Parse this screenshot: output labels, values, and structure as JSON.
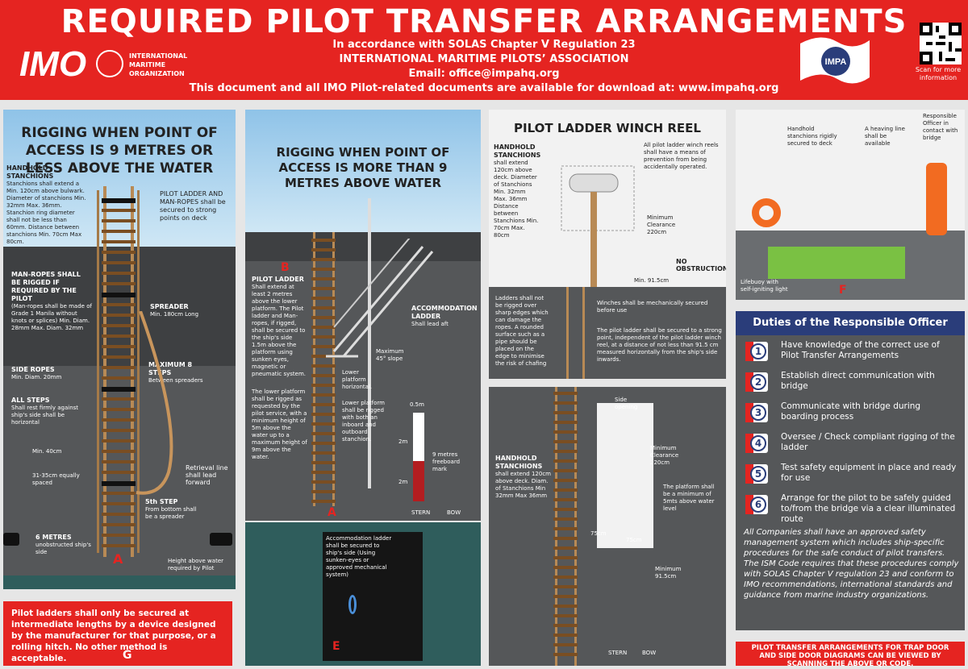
{
  "header": {
    "title": "REQUIRED PILOT TRANSFER ARRANGEMENTS",
    "line1": "In accordance with SOLAS Chapter V Regulation 23",
    "line2": "INTERNATIONAL MARITIME PILOTS’ ASSOCIATION",
    "line3": "Email: office@impahq.org",
    "line4": "This document and all IMO Pilot-related documents are available for download at: www.impahq.org",
    "imo_big": "IMO",
    "imo_small_1": "INTERNATIONAL",
    "imo_small_2": "MARITIME",
    "imo_small_3": "ORGANIZATION",
    "impa_logo_text": "IMPA",
    "qr_caption": "Scan for more information"
  },
  "panel_a": {
    "title": "RIGGING WHEN POINT OF ACCESS IS 9 METRES OR LESS ABOVE THE WATER",
    "handhold": "HANDHOLD STANCHIONS",
    "handhold_text": "Stanchions shall extend a Min. 120cm above bulwark. Diameter of stanchions Min. 32mm Max. 36mm. Stanchion ring diameter shall not be less than 60mm. Distance between stanchions Min. 70cm Max 80cm.",
    "secured": "PILOT LADDER AND MAN-ROPES shall be secured to strong points on deck",
    "manropes": "MAN-ROPES SHALL BE RIGGED IF REQUIRED BY THE PILOT",
    "manropes_text": "(Man-ropes shall be made of Grade 1 Manila without knots or splices) Min. Diam. 28mm Max. Diam. 32mm",
    "spreader": "SPREADER",
    "spreader_text": "Min. 180cm Long",
    "side_ropes": "SIDE ROPES",
    "side_ropes_text": "Min. Diam. 20mm",
    "max_steps": "MAXIMUM 8 STEPS",
    "max_steps_text": "Between spreaders",
    "all_steps": "ALL STEPS",
    "all_steps_text": "Shall rest firmly against ship's side shall be horizontal",
    "min40": "Min. 40cm",
    "spacing": "31-35cm equally spaced",
    "retrieval": "Retrieval line shall lead forward",
    "fifth_step": "5th STEP",
    "fifth_step_text": "From bottom shall be a spreader",
    "six_metres": "6 METRES",
    "six_metres_text": "unobstructed ship's side",
    "height_water": "Height above water required by Pilot",
    "label": "A"
  },
  "panel_g": {
    "text": "Pilot ladders shall only be secured at intermediate lengths by a device designed by the manufacturer for that purpose, or a rolling hitch. No other method is acceptable.",
    "label": "G"
  },
  "panel_b": {
    "title": "RIGGING WHEN POINT OF ACCESS IS MORE THAN 9 METRES ABOVE WATER",
    "label_b": "B",
    "pilot_ladder": "PILOT LADDER",
    "pilot_ladder_text": "Shall extend at least 2 metres above the lower platform. The Pilot ladder and Man-ropes, if rigged, shall be secured to the ship's side 1.5m above the platform using sunken eyes, magnetic or pneumatic system.",
    "lower_text": "The lower platform shall be rigged as requested by the pilot service, with a minimum height of 5m above the water up to a maximum height of 9m above the water.",
    "accommodation": "ACCOMMODATION LADDER",
    "accommodation_text": "Shall lead aft",
    "max45": "Maximum 45° slope",
    "lower_horizontal": "Lower platform horizontal.",
    "lower_rigged": "Lower platform shall be rigged with both an inboard and outboard stanchion.",
    "half_m": "0.5m",
    "two_m_1": "2m",
    "two_m_2": "2m",
    "freeboard": "9 metres freeboard mark",
    "stern": "STERN",
    "bow": "BOW",
    "label_a": "A"
  },
  "panel_e": {
    "text": "Accommodation ladder shall be secured to ship's side (Using sunken-eyes or approved mechanical system)",
    "label": "E"
  },
  "panel_winch": {
    "title": "PILOT LADDER WINCH REEL",
    "handhold": "HANDHOLD STANCHIONS",
    "handhold_text": "shall extend 120cm above deck. Diameter of Stanchions Min. 32mm Max. 36mm Distance between Stanchions Min. 70cm Max. 80cm",
    "reels": "All pilot ladder winch reels shall have a means of prevention from being accidentally operated.",
    "clearance": "Minimum Clearance 220cm",
    "no_obstructions": "NO OBSTRUCTIONS",
    "min915": "Min. 91.5cm",
    "sharp_edges": "Ladders shall not be rigged over sharp edges which can damage the ropes. A rounded surface such as a pipe should be placed on the edge to minimise the risk of chafing",
    "winches": "Winches shall be mechanically secured before use",
    "secured": "The pilot ladder shall be secured to a strong point, independent of the pilot ladder winch reel, at a distance of not less than 91.5 cm measured horizontally from the ship's side inwards."
  },
  "panel_trapdoor": {
    "side_opening": "Side opening",
    "handhold": "HANDHOLD STANCHIONS",
    "handhold_text": "shall extend 120cm above deck. Diam. of Stanchions Min 32mm Max 36mm",
    "clearance": "Minimum Clearance 220cm",
    "platform": "The platform shall be a minimum of 5mts above water level",
    "w75a": "75cm",
    "w75b": "75cm",
    "min915": "Minimum 91.5cm",
    "stern": "STERN",
    "bow": "BOW"
  },
  "panel_f": {
    "handhold": "Handhold stanchions rigidly secured to deck",
    "heaving": "A heaving line shall be available",
    "officer": "Responsible Officer in contact with bridge",
    "lifebuoy": "Lifebuoy with self-igniting light",
    "label": "F"
  },
  "duties": {
    "heading": "Duties of the Responsible Officer",
    "items": [
      {
        "num": "1",
        "text": "Have knowledge of the correct use of Pilot Transfer Arrangements"
      },
      {
        "num": "2",
        "text": "Establish direct communication with bridge"
      },
      {
        "num": "3",
        "text": "Communicate with bridge during boarding process"
      },
      {
        "num": "4",
        "text": "Oversee / Check compliant rigging of the ladder"
      },
      {
        "num": "5",
        "text": "Test safety equipment in place and ready for use"
      },
      {
        "num": "6",
        "text": "Arrange for the pilot to be safely guided to/from the bridge via a clear illuminated route"
      }
    ],
    "note": "All Companies shall have an approved safety management system which includes ship-specific procedures for the safe conduct of pilot transfers. The ISM Code requires that these procedures comply with SOLAS Chapter V regulation 23 and conform to IMO recommendations, international standards and guidance from marine industry organizations."
  },
  "trap_note": "PILOT TRANSFER ARRANGEMENTS FOR TRAP DOOR AND SIDE DOOR DIAGRAMS CAN BE VIEWED BY SCANNING THE ABOVE QR CODE.",
  "colors": {
    "brand_red": "#e52421",
    "navy": "#2a3d7a",
    "panel_grey": "#555759"
  }
}
